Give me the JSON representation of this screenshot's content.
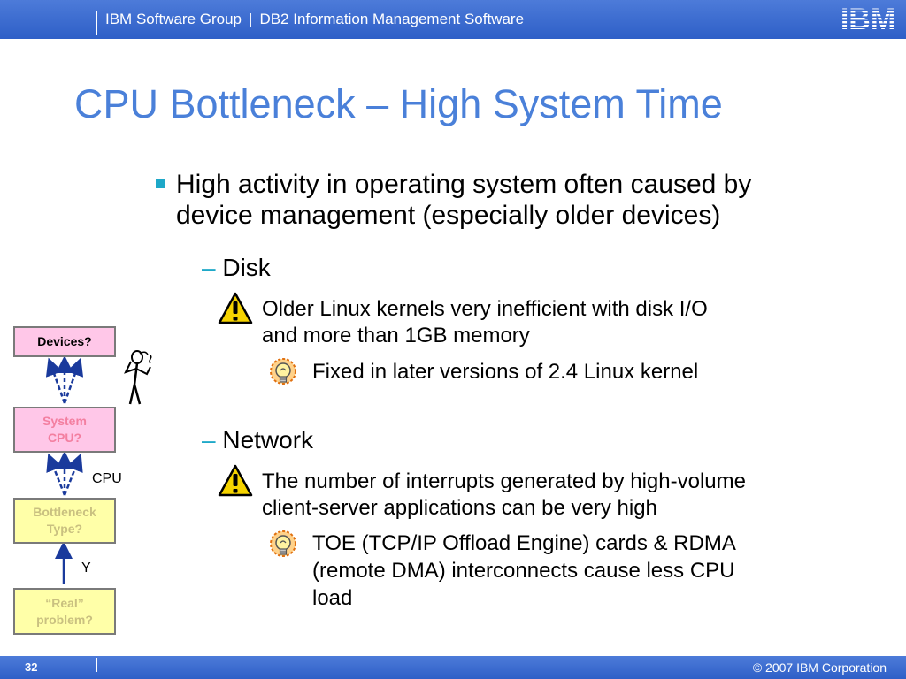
{
  "header": {
    "group": "IBM Software Group",
    "separator": "|",
    "product": "DB2 Information Management Software",
    "logo_text": "IBM"
  },
  "title": "CPU Bottleneck – High System Time",
  "content": {
    "bullet_line1": "High activity in operating system often caused by",
    "bullet_line2": "device management (especially older devices)",
    "dash": "–",
    "disk": {
      "label": "Disk",
      "warning_line1": "Older Linux kernels very inefficient with disk I/O",
      "warning_line2": "and more than 1GB memory",
      "tip_line1": "Fixed in later versions of 2.4 Linux kernel"
    },
    "network": {
      "label": "Network",
      "warning_line1": "The number of interrupts generated by high-volume",
      "warning_line2": "client-server applications can be very high",
      "tip_line1": "TOE (TCP/IP Offload Engine) cards & RDMA",
      "tip_line2": "(remote DMA) interconnects cause less CPU",
      "tip_line3": "load"
    }
  },
  "diagram": {
    "devices": "Devices?",
    "system_line1": "System",
    "system_line2": "CPU?",
    "bottleneck_line1": "Bottleneck",
    "bottleneck_line2": "Type?",
    "real_line1": "“Real”",
    "real_line2": "problem?",
    "cpu_label": "CPU",
    "y_label": "Y"
  },
  "footer": {
    "page": "32",
    "copyright": "© 2007 IBM Corporation"
  },
  "colors": {
    "header_blue": "#2e5fc7",
    "title_blue": "#4a80d9",
    "bullet_teal": "#1ea8c8",
    "arrow_blue": "#1a3a9c"
  }
}
